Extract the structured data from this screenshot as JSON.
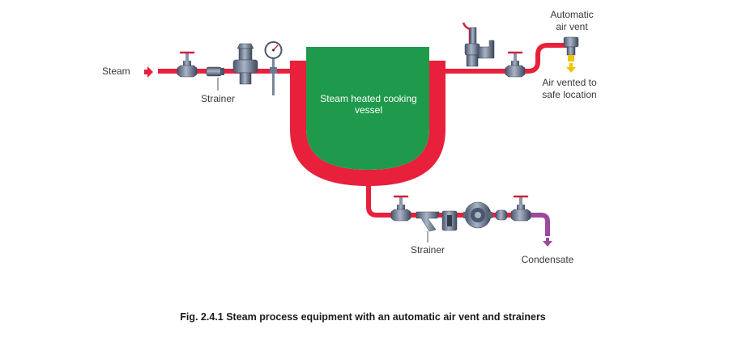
{
  "labels": {
    "steam": "Steam",
    "strainer_top": "Strainer",
    "vessel_line1": "Steam heated cooking",
    "vessel_line2": "vessel",
    "air_vent_line1": "Automatic",
    "air_vent_line2": "air vent",
    "air_vented_line1": "Air vented to",
    "air_vented_line2": "safe location",
    "strainer_bottom": "Strainer",
    "condensate": "Condensate"
  },
  "caption": "Fig. 2.4.1 Steam process equipment with an automatic air vent and strainers",
  "colors": {
    "steam_pipe": "#e8203c",
    "vessel": "#1f9a4c",
    "condensate_pipe": "#9b4a9e",
    "vent_arrow": "#f2c400",
    "equipment": "#6a7890"
  },
  "icons": [
    "gate-valve-icon",
    "strainer-icon",
    "pressure-reducing-valve-icon",
    "pressure-gauge-icon",
    "safety-valve-icon",
    "air-vent-icon",
    "steam-trap-icon",
    "sight-glass-icon"
  ]
}
